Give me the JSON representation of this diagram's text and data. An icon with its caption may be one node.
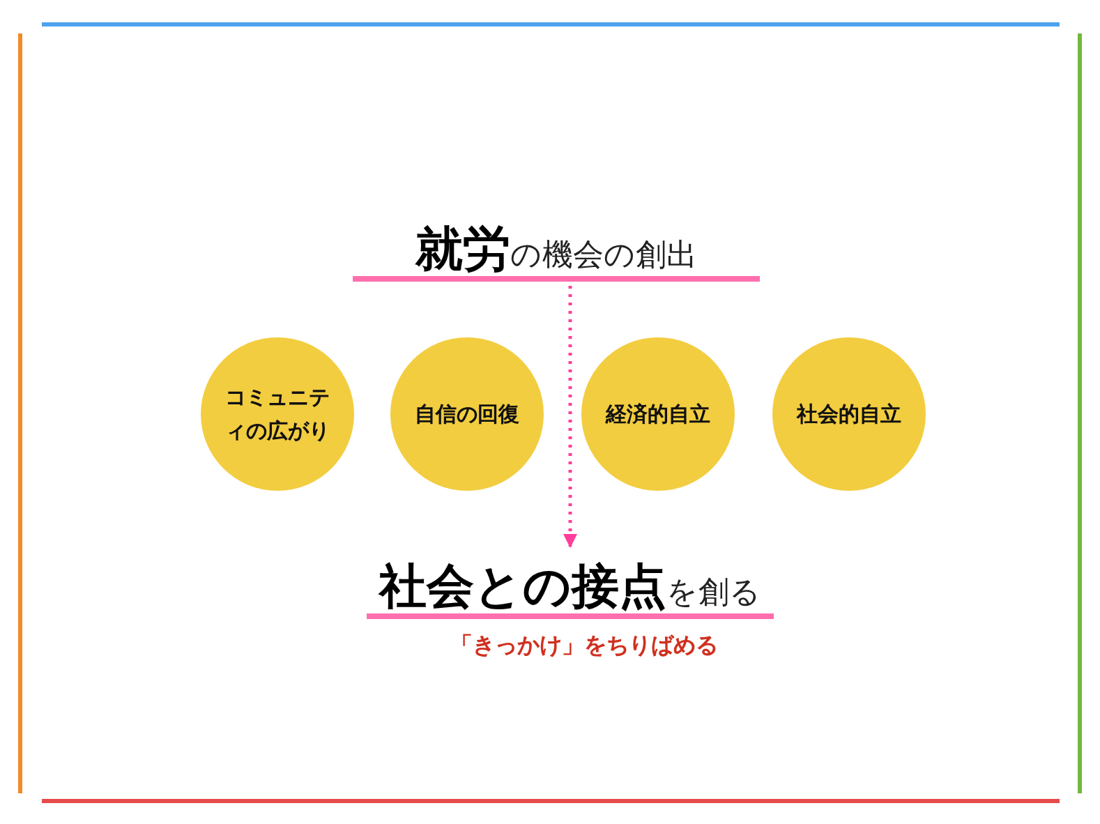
{
  "diagram": {
    "nodes": [
      {
        "text": [
          "**就労**の機会の創出"
        ]
      },
      {
        "text": [
          "コミュニティの広がり"
        ]
      },
      {
        "text": [
          "自信の回復"
        ]
      },
      {
        "text": [
          "経済的自立"
        ]
      },
      {
        "text": [
          "社会的自立"
        ]
      },
      {
        "text": [
          "**社会との接点**を創る"
        ],
        "beside": [
          "「きっかけ」をちりばめる"
        ]
      }
    ],
    "edges": [
      {
        "from": 0,
        "to": 5,
        "arrow": "to",
        "style": "dashed"
      }
    ]
  }
}
